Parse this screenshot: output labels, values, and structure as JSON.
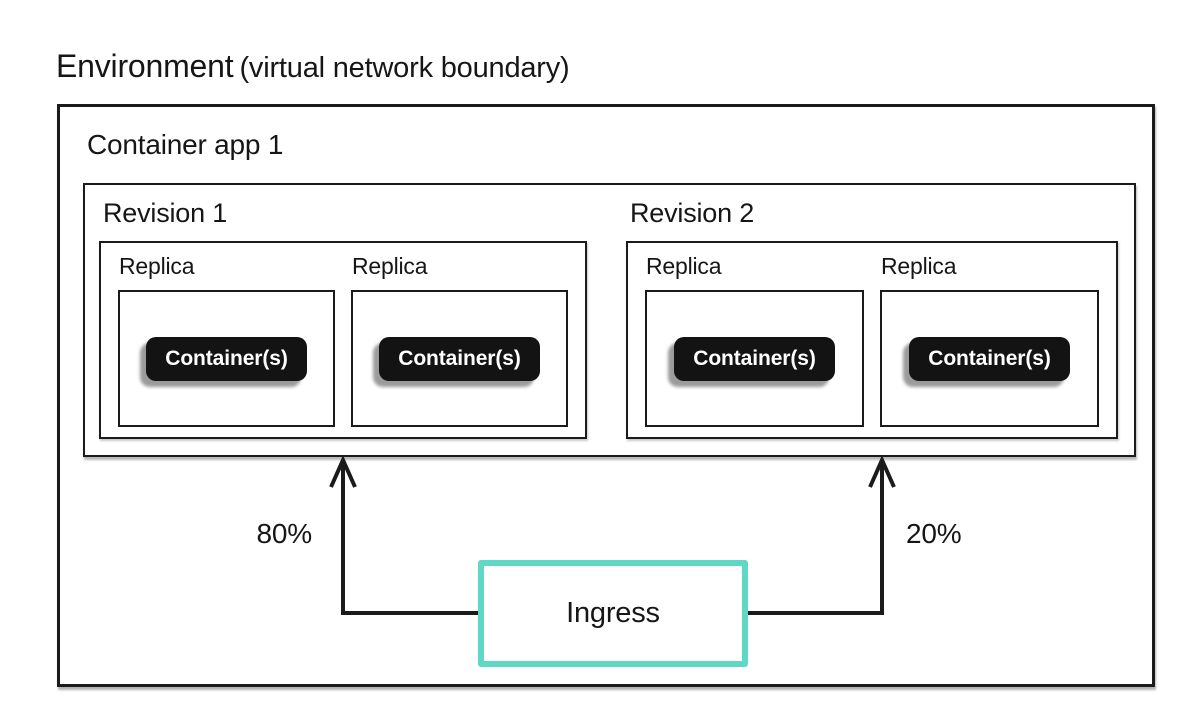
{
  "title": {
    "main": "Environment",
    "sub": "(virtual network boundary)"
  },
  "container_app": {
    "label": "Container app 1"
  },
  "revisions": [
    {
      "label": "Revision 1",
      "traffic": "80%",
      "replicas": [
        {
          "label": "Replica",
          "badge": "Container(s)"
        },
        {
          "label": "Replica",
          "badge": "Container(s)"
        }
      ]
    },
    {
      "label": "Revision 2",
      "traffic": "20%",
      "replicas": [
        {
          "label": "Replica",
          "badge": "Container(s)"
        },
        {
          "label": "Replica",
          "badge": "Container(s)"
        }
      ]
    }
  ],
  "ingress": {
    "label": "Ingress"
  },
  "colors": {
    "line": "#1b1b1b",
    "ingress_border": "#5fd9c5",
    "badge_bg": "#131313",
    "badge_text": "#ffffff",
    "badge_shadow": "#9b9b9b"
  }
}
